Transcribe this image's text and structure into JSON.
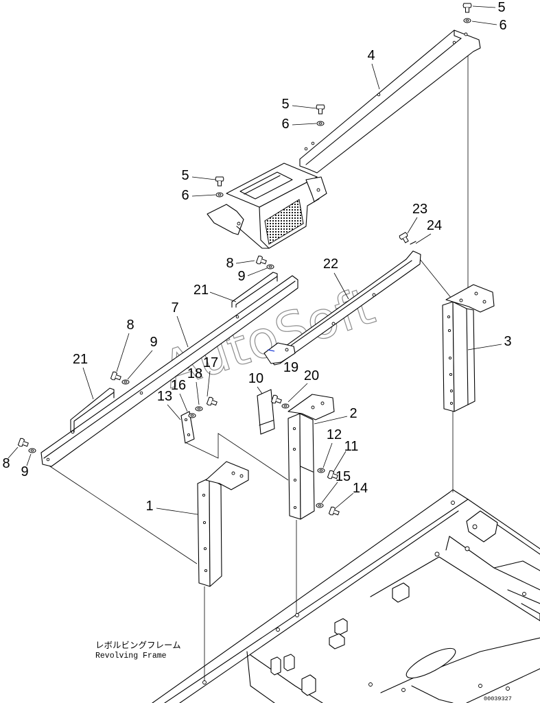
{
  "callouts": [
    "5",
    "6",
    "4",
    "5",
    "6",
    "5",
    "6",
    "23",
    "24",
    "8",
    "9",
    "22",
    "21",
    "7",
    "8",
    "9",
    "3",
    "21",
    "17",
    "19",
    "18",
    "20",
    "16",
    "10",
    "13",
    "2",
    "12",
    "11",
    "15",
    "14",
    "8",
    "9",
    "1"
  ],
  "frame_label": {
    "ja": "レボルビングフレーム",
    "en": "Revolving Frame"
  },
  "drawing_number": "00039327",
  "watermark": "AutoSoft"
}
